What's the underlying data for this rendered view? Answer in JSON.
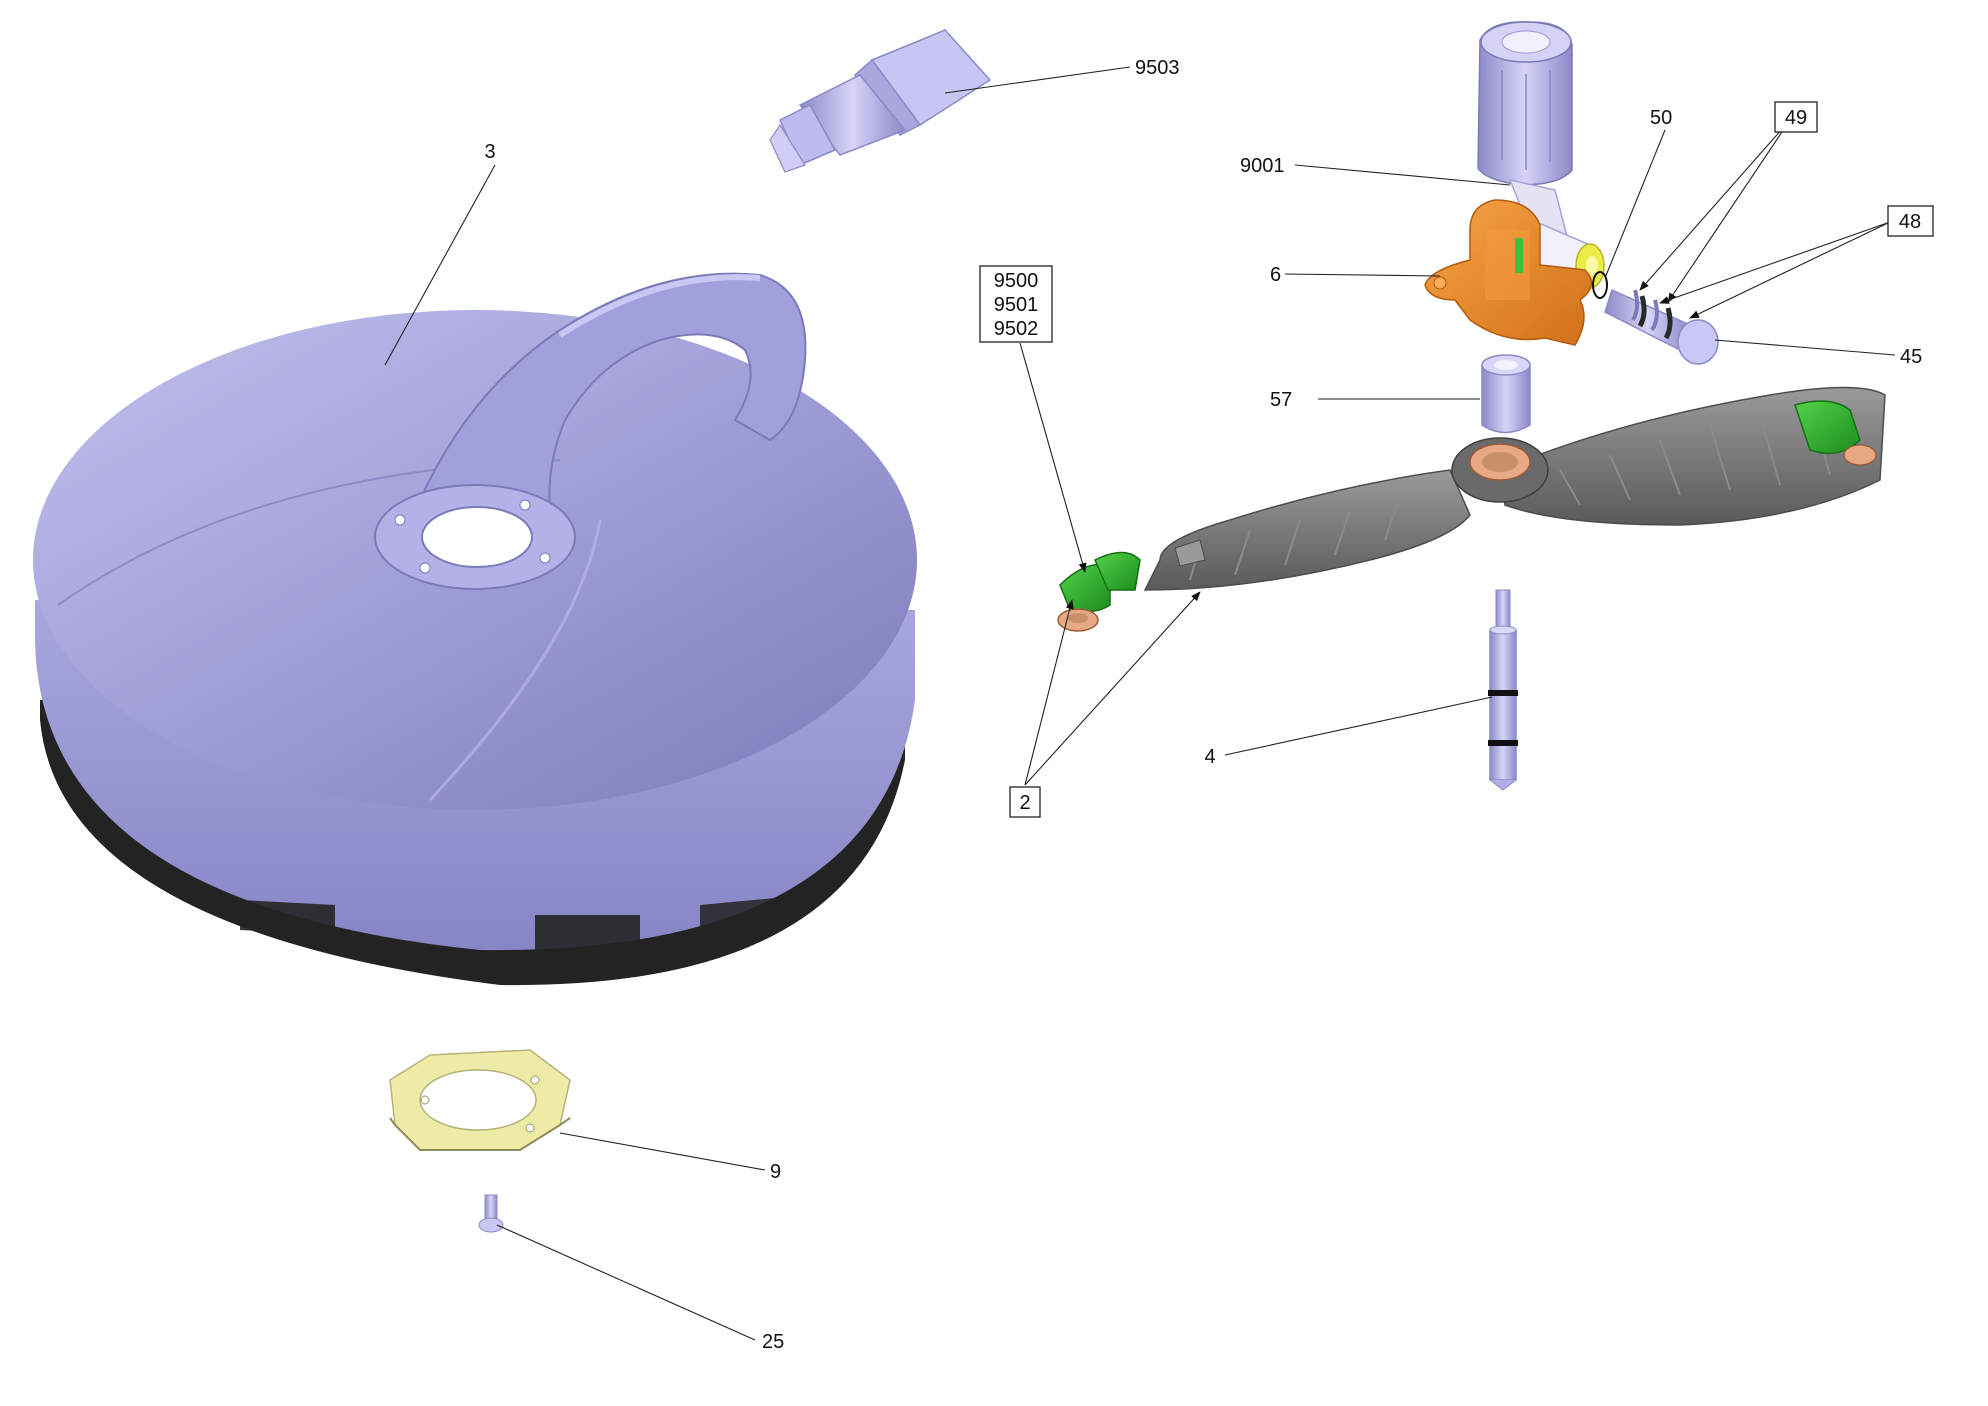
{
  "diagram": {
    "labels": {
      "p3": "3",
      "p9503": "9503",
      "p9001": "9001",
      "p50": "50",
      "p49": "49",
      "p48": "48",
      "p6": "6",
      "p45": "45",
      "p57": "57",
      "p9500": "9500",
      "p9501": "9501",
      "p9502": "9502",
      "p4": "4",
      "p2": "2",
      "p9": "9",
      "p25": "25"
    },
    "colors": {
      "cover": "#9c9ad4",
      "cover_shadow": "#7c7ab8",
      "rim": "#232323",
      "arm": "#6e6e6e",
      "holder": "#ef8a1f",
      "nozzle_green": "#2db52d",
      "seal_copper": "#e0a27e",
      "gasket": "#eeeba6",
      "part_lavender": "#b9b6ec"
    }
  }
}
